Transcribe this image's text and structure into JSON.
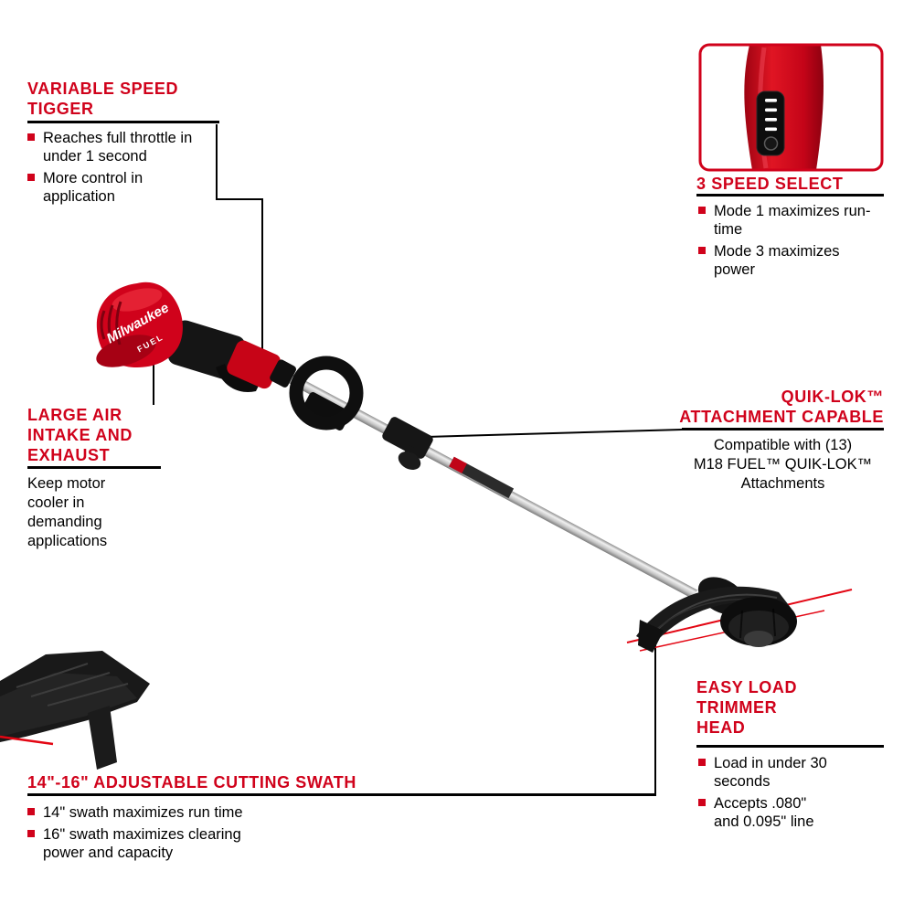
{
  "brand": {
    "logo": "Milwaukee",
    "fuel": "FUEL"
  },
  "colors": {
    "red": "#D0021B",
    "black": "#000000",
    "line_red": "#E30613"
  },
  "callouts": {
    "variable_speed": {
      "title_lines": [
        "VARIABLE SPEED",
        "TIGGER"
      ],
      "bullets": [
        "Reaches full throttle in under 1 second",
        "More control in application"
      ]
    },
    "speed_select": {
      "title_lines": [
        "3 SPEED SELECT"
      ],
      "bullets": [
        "Mode 1 maximizes run-time",
        "Mode 3 maximizes power"
      ]
    },
    "air_intake": {
      "title_lines": [
        "LARGE AIR",
        "INTAKE AND",
        "EXHAUST"
      ],
      "body": "Keep motor cooler in demanding applications"
    },
    "quik_lok": {
      "title_lines": [
        "QUIK-LOK™",
        "ATTACHMENT CAPABLE"
      ],
      "body_lines": [
        "Compatible with (13)",
        "M18 FUEL™ QUIK-LOK™",
        "Attachments"
      ]
    },
    "cutting_swath": {
      "title_lines": [
        "14\"-16\" ADJUSTABLE CUTTING SWATH"
      ],
      "bullets": [
        "14\" swath maximizes run time",
        "16\" swath maximizes clearing power and capacity"
      ]
    },
    "trimmer_head": {
      "title_lines": [
        "EASY LOAD",
        "TRIMMER",
        "HEAD"
      ],
      "bullets": [
        "Load in under 30 seconds",
        "Accepts .080\" and 0.095\" line"
      ]
    }
  }
}
